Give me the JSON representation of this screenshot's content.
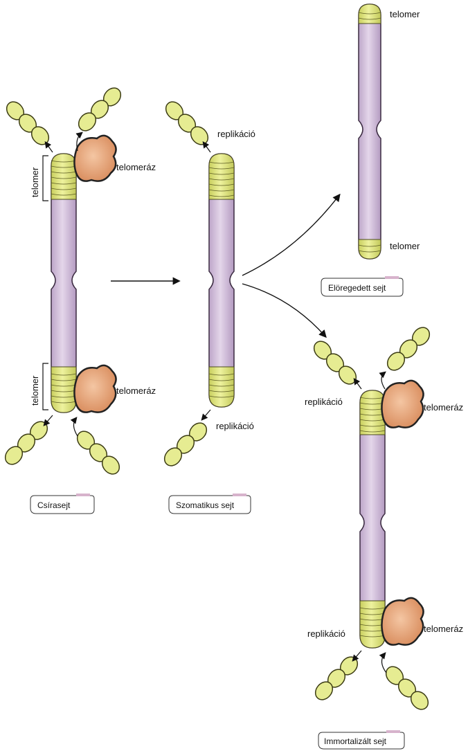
{
  "colors": {
    "chromosome": "#d8c7e0",
    "chromosome_edge": "#3a2a40",
    "telomere": "#e2e88a",
    "telomerase": "#e8a679",
    "disc_fill": "#e6ec92",
    "caption_accent": "#d7b3cc"
  },
  "labels": {
    "telomer": "telomer",
    "telomeraz": "telomeráz",
    "replikacio": "replikáció"
  },
  "captions": {
    "germ": "Csírasejt",
    "somatic": "Szomatikus sejt",
    "aged": "Elöregedett sejt",
    "immortal": "Immortalizált sejt"
  }
}
